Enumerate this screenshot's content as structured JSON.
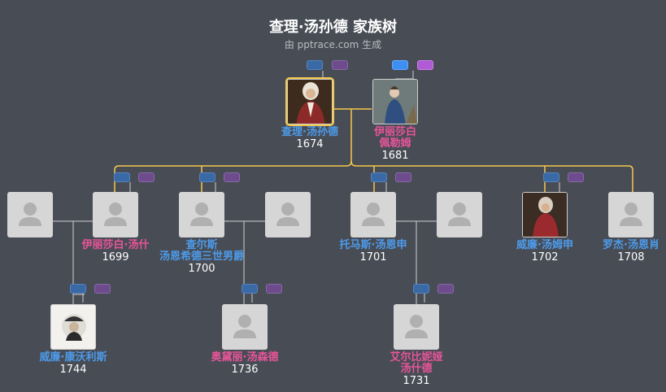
{
  "title": "查理·汤孙德 家族树",
  "subtitle": "由 pptrace.com 生成",
  "colors": {
    "background": "#484c55",
    "male": "#4d9bea",
    "female": "#e8559a",
    "line": "#cfcfcf",
    "highlight_line": "#f5c84c"
  },
  "people": {
    "charles": {
      "name": "查理·汤孙德",
      "year": "1674",
      "gender": "male",
      "photo": "portrait-icon"
    },
    "elizabeth_pelham": {
      "name": "伊丽莎白\n佩勒姆",
      "year": "1681",
      "gender": "female",
      "photo": "portrait-icon"
    },
    "spouse_a": {
      "photo": "person-silhouette-icon"
    },
    "elizabeth_t": {
      "name": "伊丽莎白·汤什",
      "year": "1699",
      "gender": "female",
      "photo": "person-silhouette-icon"
    },
    "charles_3rd": {
      "name": "查尔斯\n汤恩希德三世男爵",
      "year": "1700",
      "gender": "male",
      "photo": "person-silhouette-icon"
    },
    "spouse_b": {
      "photo": "person-silhouette-icon"
    },
    "thomas": {
      "name": "托马斯·汤恩申",
      "year": "1701",
      "gender": "male",
      "photo": "person-silhouette-icon"
    },
    "spouse_c": {
      "photo": "person-silhouette-icon"
    },
    "william": {
      "name": "威廉·汤姆申",
      "year": "1702",
      "gender": "male",
      "photo": "portrait-icon"
    },
    "roger": {
      "name": "罗杰·汤恩肖",
      "year": "1708",
      "gender": "male",
      "photo": "person-silhouette-icon"
    },
    "william_c": {
      "name": "威廉·康沃利斯",
      "year": "1744",
      "gender": "male",
      "photo": "portrait-icon"
    },
    "audrey": {
      "name": "奥黛丽·汤森德",
      "year": "1736",
      "gender": "female",
      "photo": "person-silhouette-icon"
    },
    "albinia": {
      "name": "艾尔比妮娅\n汤什德",
      "year": "1731",
      "gender": "female",
      "photo": "person-silhouette-icon"
    }
  }
}
